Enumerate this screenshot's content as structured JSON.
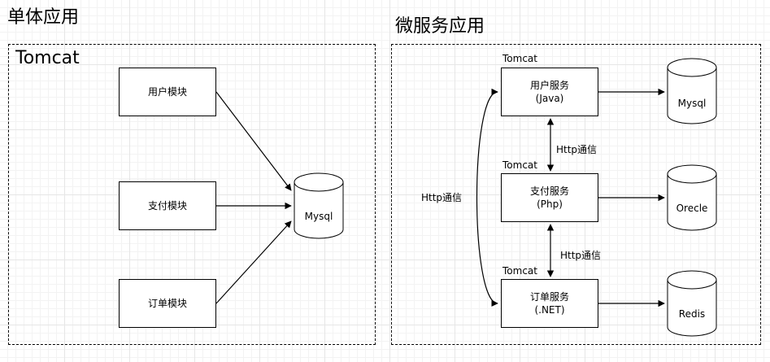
{
  "monolith": {
    "heading": "单体应用",
    "container_label": "Tomcat",
    "modules": [
      "用户模块",
      "支付模块",
      "订单模块"
    ],
    "database": "Mysql"
  },
  "microservices": {
    "heading": "微服务应用",
    "services": [
      {
        "container": "Tomcat",
        "name": "用户服务",
        "tech": "(Java)",
        "database": "Mysql"
      },
      {
        "container": "Tomcat",
        "name": "支付服务",
        "tech": "(Php)",
        "database": "Orecle"
      },
      {
        "container": "Tomcat",
        "name": "订单服务",
        "tech": "(.NET)",
        "database": "Redis"
      }
    ],
    "links": {
      "user_pay": "Http通信",
      "pay_order": "Http通信",
      "user_order": "Http通信"
    }
  }
}
